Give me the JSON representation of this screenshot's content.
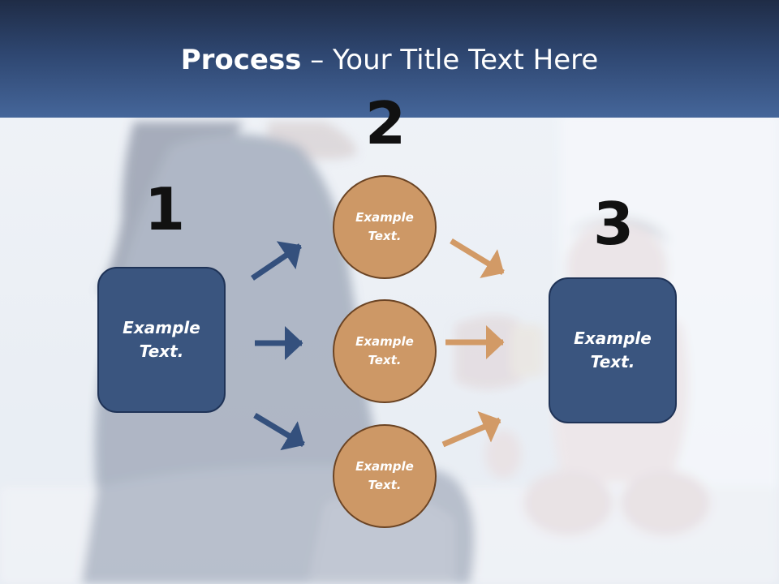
{
  "title": {
    "bold": "Process",
    "rest": " – Your Title Text Here"
  },
  "steps": [
    {
      "number": "1",
      "box_line1": "Example",
      "box_line2": "Text."
    },
    {
      "number": "2",
      "circles": [
        {
          "line1": "Example",
          "line2": "Text."
        },
        {
          "line1": "Example",
          "line2": "Text."
        },
        {
          "line1": "Example",
          "line2": "Text."
        }
      ]
    },
    {
      "number": "3",
      "box_line1": "Example",
      "box_line2": "Text."
    }
  ],
  "colors": {
    "header": "#2e4670",
    "box": "#3a557f",
    "circle": "#cd9866",
    "arrow_blue": "#34507d",
    "arrow_orange": "#d29a66"
  }
}
